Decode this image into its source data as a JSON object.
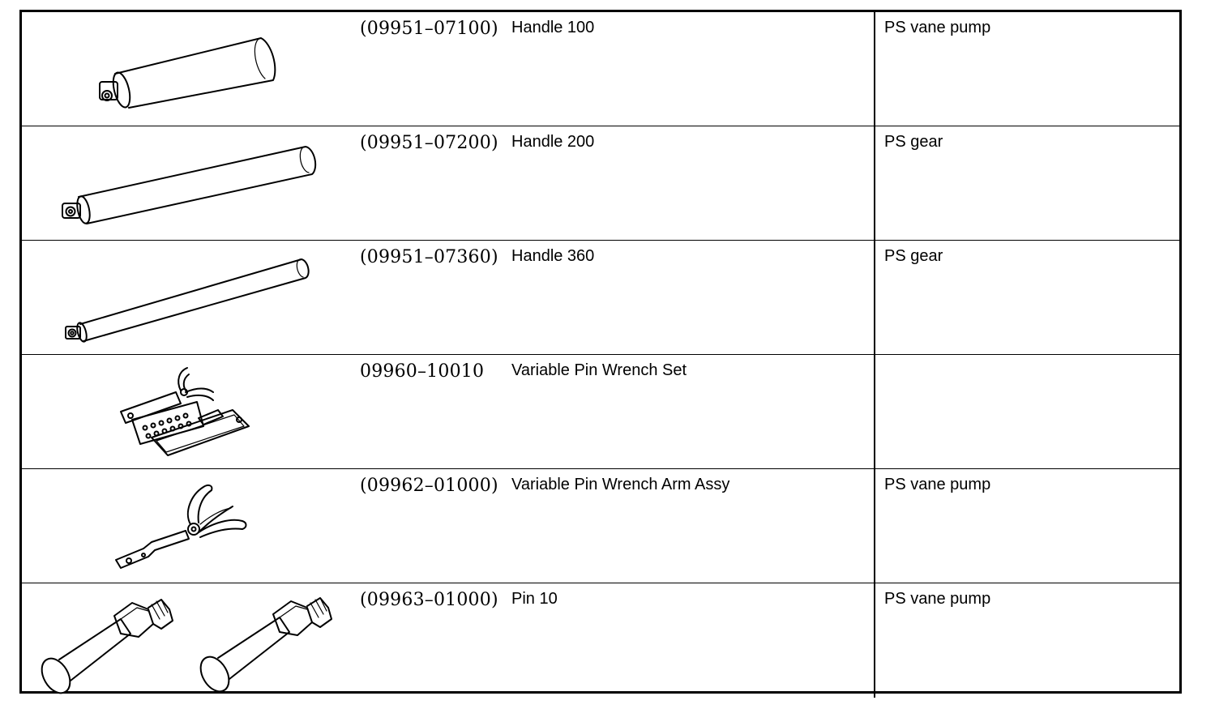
{
  "rows": [
    {
      "part_no": "(09951–07100)",
      "name": "Handle 100",
      "usage": "PS vane pump",
      "icon": "handle-100-icon"
    },
    {
      "part_no": "(09951–07200)",
      "name": "Handle 200",
      "usage": "PS gear",
      "icon": "handle-200-icon"
    },
    {
      "part_no": "(09951–07360)",
      "name": "Handle 360",
      "usage": "PS gear",
      "icon": "handle-360-icon"
    },
    {
      "part_no": "09960–10010",
      "name": "Variable Pin Wrench Set",
      "usage": "",
      "icon": "pin-wrench-set-icon"
    },
    {
      "part_no": "(09962–01000)",
      "name": "Variable Pin Wrench Arm Assy",
      "usage": "PS vane pump",
      "icon": "pin-wrench-arm-icon"
    },
    {
      "part_no": "(09963–01000)",
      "name": "Pin 10",
      "usage": "PS vane pump",
      "icon": "pin-10-icon"
    }
  ]
}
